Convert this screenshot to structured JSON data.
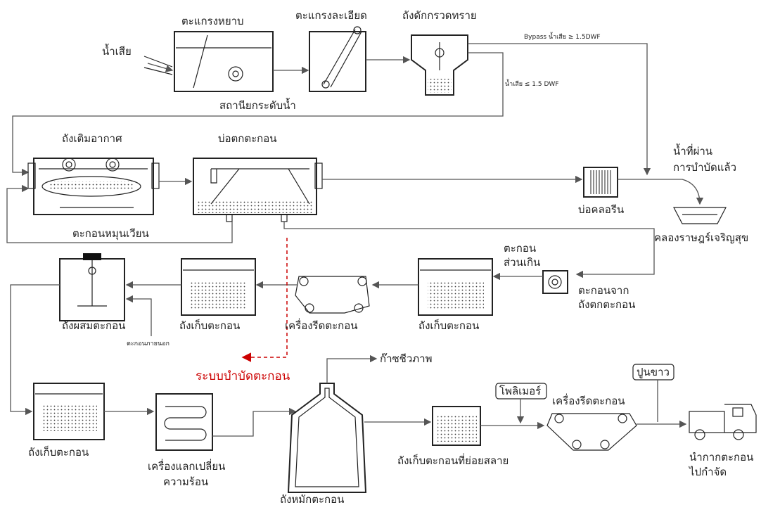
{
  "labels": {
    "coarse_screen": "ตะแกรงหยาบ",
    "fine_screen": "ตะแกรงละเอียด",
    "grit_chamber": "ถังดักกรวดทราย",
    "wastewater": "น้ำเสีย",
    "pump_station": "สถานียกระดับน้ำ",
    "bypass": "Bypass น้ำเสีย ≥ 1.5DWF",
    "flow_le": "น้ำเสีย ≤ 1.5 DWF",
    "aeration_tank": "ถังเติมอากาศ",
    "clarifier": "บ่อตกตะกอน",
    "treated_water_1": "น้ำที่ผ่าน",
    "treated_water_2": "การบำบัดแล้ว",
    "chlorine_tank": "บ่อคลอรีน",
    "canal": "คลองราษฎร์เจริญสุข",
    "return_sludge": "ตะกอนหมุนเวียน",
    "excess_sludge_1": "ตะกอน",
    "excess_sludge_2": "ส่วนเกิน",
    "sludge_from_1": "ตะกอนจาก",
    "sludge_from_2": "ถังตกตะกอน",
    "sludge_mix_tank": "ถังผสมตะกอน",
    "sludge_store_1": "ถังเก็บตะกอน",
    "sludge_press_1": "เครื่องรีดตะกอน",
    "sludge_store_2": "ถังเก็บตะกอน",
    "external_sludge": "ตะกอนภายนอก",
    "sludge_treatment_system": "ระบบบำบัดตะกอน",
    "biogas": "ก๊าซชีวภาพ",
    "polymer": "โพลิเมอร์",
    "lime": "ปูนขาว",
    "sludge_press_2": "เครื่องรีดตะกอน",
    "sludge_store_3": "ถังเก็บตะกอน",
    "heat_exchanger_1": "เครื่องแลกเปลี่ยน",
    "heat_exchanger_2": "ความร้อน",
    "digester": "ถังหมักตะกอน",
    "digested_store": "ถังเก็บตะกอนที่ย่อยสลาย",
    "disposal_1": "นำกากตะกอน",
    "disposal_2": "ไปกำจัด"
  },
  "colors": {
    "line": "#555555",
    "outline": "#222222",
    "highlight": "#cc0000"
  }
}
